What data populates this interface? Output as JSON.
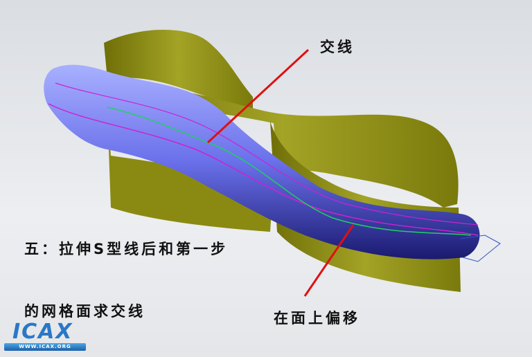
{
  "labels": {
    "intersection": "交线",
    "offset_on_face": "在面上偏移",
    "step_line1": "五：拉伸S型线后和第一步",
    "step_line2": "的网格面求交线"
  },
  "logo": {
    "name": "ICAX",
    "url_text": "WWW.ICAX.ORG"
  },
  "colors": {
    "surface": "#8f8f14",
    "tube": "#7b82f2",
    "callout": "#e01010",
    "curve": "#d020d0",
    "edge": "#20d060"
  }
}
